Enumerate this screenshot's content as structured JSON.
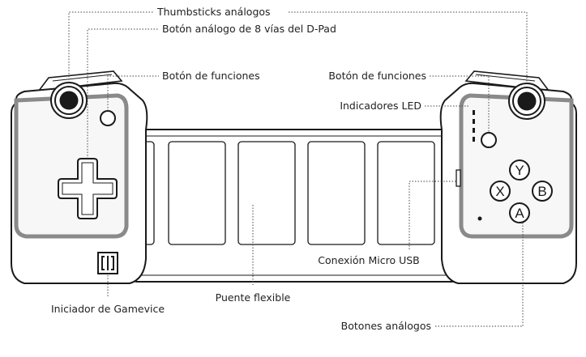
{
  "labels": {
    "thumbsticks": "Thumbsticks análogos",
    "dpad": "Botón análogo de 8 vías del D-Pad",
    "func_left": "Botón de funciones",
    "func_right": "Botón de funciones",
    "led": "Indicadores LED",
    "usb": "Conexión Micro USB",
    "bridge": "Puente flexible",
    "initiator": "Iniciador de Gamevice",
    "buttons": "Botones análogos"
  },
  "face_buttons": {
    "y": "Y",
    "x": "X",
    "b": "B",
    "a": "A"
  },
  "colors": {
    "outline": "#1a1a1a",
    "grip_panel": "#8a8a8a",
    "grip_panel_light": "#cfcfcf",
    "leader": "#444444"
  }
}
